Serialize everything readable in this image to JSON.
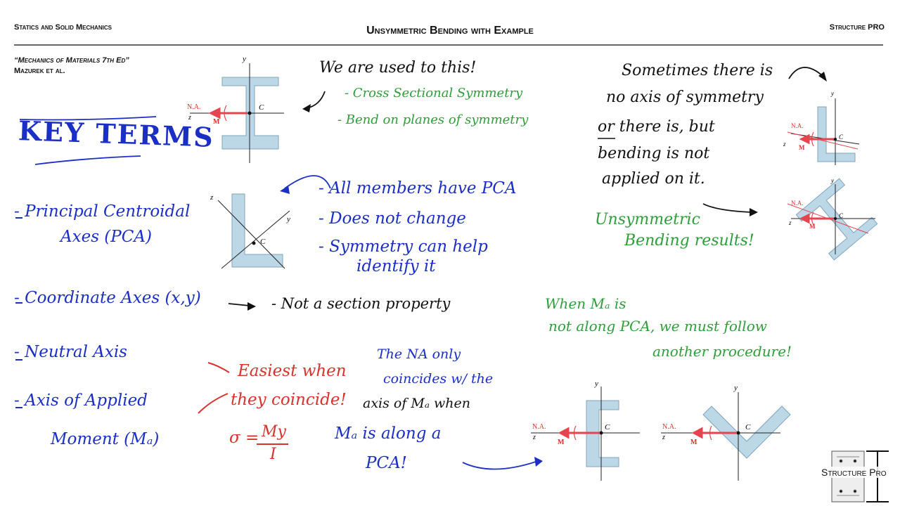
{
  "header": {
    "left": "Statics and Solid Mechanics",
    "title": "Unsymmetric Bending with Example",
    "right": "Structure PRO"
  },
  "reference": {
    "line1": "“Mechanics of Materials 7th Ed”",
    "line2": "Mazurek et al."
  },
  "left_notes": {
    "key_terms": "KEY TERMS",
    "item1a": "- Principal Centroidal",
    "item1b": "Axes (PCA)",
    "item2": "- Coordinate Axes (x,y)",
    "item3": "- Neutral Axis",
    "item4a": "- Axis of Applied",
    "item4b": "Moment (Mₐ)"
  },
  "center_notes": {
    "used_to": "We are used to this!",
    "sym1": "- Cross Sectional Symmetry",
    "sym2": "- Bend on planes of symmetry",
    "pca1": "- All members have PCA",
    "pca2": "- Does not change",
    "pca3a": "- Symmetry can help",
    "pca3b": "identify it",
    "coord": "- Not a section property",
    "easiest1": "Easiest when",
    "easiest2": "they coincide!",
    "sigma": "σ =",
    "sigma_num": "My",
    "sigma_den": "I",
    "na1": "The NA only",
    "na2": "coincides w/ the",
    "na3": "axis of Mₐ when",
    "na4": "Mₐ is along a",
    "na5": "PCA!"
  },
  "right_notes": {
    "s1": "Sometimes there is",
    "s2": "no axis of symmetry",
    "s3": "or there is, but",
    "s4": "bending is not",
    "s5": "applied on it.",
    "u1": "Unsymmetric",
    "u2": "Bending results!",
    "w1": "When Mₐ is",
    "w2": "not along PCA, we must follow",
    "w3": "another procedure!"
  },
  "diagram_labels": {
    "y": "y",
    "z": "z",
    "C": "C",
    "NA": "N.A.",
    "M": "M"
  },
  "logo": {
    "text": "Structure Pro"
  },
  "colors": {
    "blue_ink": "#1c2fc4",
    "green_ink": "#2e9e3a",
    "red_ink": "#d7322c",
    "section_fill": "#bcd7e6",
    "moment_red": "#e5454f"
  }
}
